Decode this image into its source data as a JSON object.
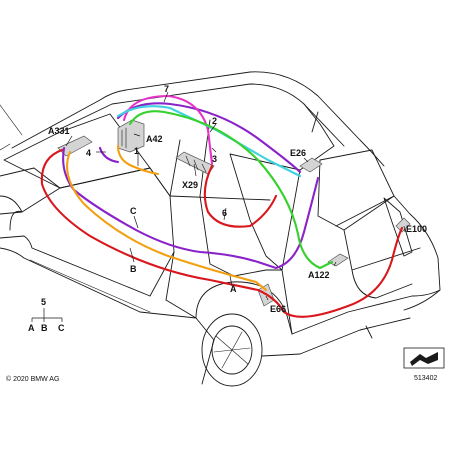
{
  "colors": {
    "red": "#d9161c",
    "orange": "#f2a011",
    "purple": "#8a22c9",
    "magenta": "#e632c8",
    "cyan": "#3fd3e0",
    "green": "#36d12e"
  },
  "labels": {
    "a331": "A331",
    "a42": "A42",
    "x29": "X29",
    "e26": "E26",
    "e100": "E100",
    "a122": "A122",
    "e66": "E66",
    "n1": "1",
    "n2": "2",
    "n3": "3",
    "n4": "4",
    "n6": "6",
    "n7": "7",
    "la": "A",
    "lb": "B",
    "lc": "C"
  },
  "legend": {
    "top": "5",
    "a": "A",
    "b": "B",
    "c": "C"
  },
  "copyright": "© 2020 BMW AG",
  "image_number": "513402",
  "icons": [
    "view-arrow-icon"
  ]
}
